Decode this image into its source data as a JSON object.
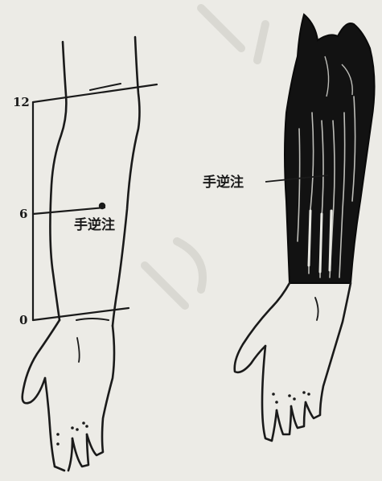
{
  "figure": {
    "scale_marks": [
      {
        "id": "top",
        "label": "12"
      },
      {
        "id": "mid",
        "label": "6"
      },
      {
        "id": "bottom",
        "label": "0"
      }
    ],
    "left_point_label": "手逆注",
    "right_point_label": "手逆注"
  },
  "colors": {
    "ink": "#1a1a1a",
    "paper": "#ecebe6"
  }
}
